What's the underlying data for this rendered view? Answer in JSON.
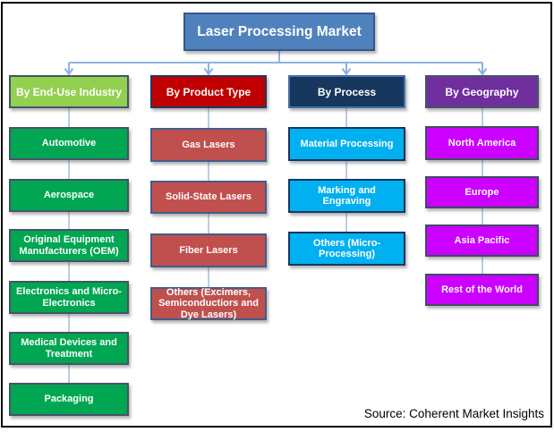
{
  "title": "Laser Processing Market",
  "source": "Source: Coherent Market Insights",
  "colors": {
    "title_fill": "#4f81bd",
    "title_border": "#36578a",
    "connector": "#8db3e2",
    "frame_border": "#000000",
    "text": "#ffffff"
  },
  "columns": [
    {
      "header": "By End-Use Industry",
      "header_fill": "#92d050",
      "header_border": "#44546a",
      "item_fill": "#00a651",
      "item_border": "#44546a",
      "items": [
        "Automotive",
        "Aerospace",
        "Original Equipment Manufacturers (OEM)",
        "Electronics and Micro-Electronics",
        "Medical Devices and Treatment",
        "Packaging"
      ]
    },
    {
      "header": "By Product Type",
      "header_fill": "#c00000",
      "header_border": "#1f3864",
      "item_fill": "#c0504d",
      "item_border": "#3f5e8c",
      "items": [
        "Gas Lasers",
        "Solid-State Lasers",
        "Fiber Lasers",
        "Others (Excimers, Semiconductiors and Dye Lasers)"
      ]
    },
    {
      "header": "By Process",
      "header_fill": "#17375e",
      "header_border": "#4472a8",
      "item_fill": "#00b0f0",
      "item_border": "#17375e",
      "items": [
        "Material Processing",
        "Marking and Engraving",
        "Others (Micro-Processing)"
      ]
    },
    {
      "header": "By Geography",
      "header_fill": "#6f2f9f",
      "header_border": "#44546a",
      "item_fill": "#cc00ff",
      "item_border": "#3c4d63",
      "items": [
        "North America",
        "Europe",
        "Asia Pacific",
        "Rest of the World"
      ]
    }
  ]
}
